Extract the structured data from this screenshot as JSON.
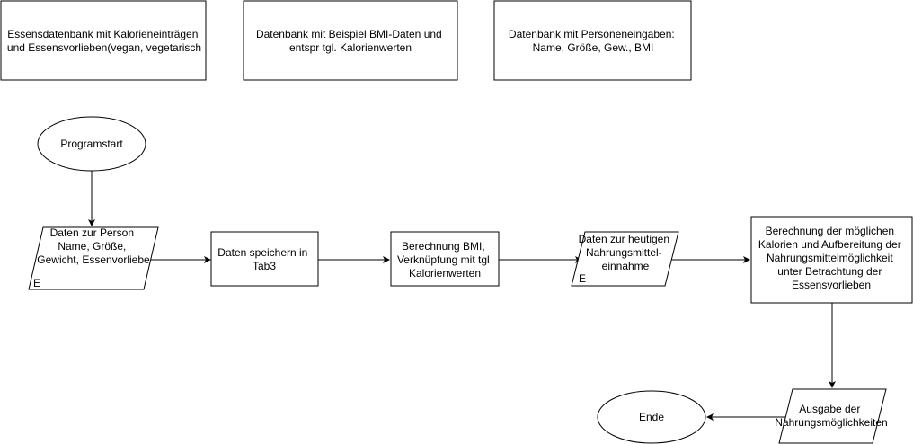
{
  "diagram": {
    "colors": {
      "stroke": "#000000",
      "fill": "#ffffff",
      "text": "#000000"
    },
    "nodes": {
      "db_food": {
        "lines": [
          "Essensdatenbank mit Kalorieneinträgen",
          "und Essensvorlieben(vegan, vegetarisch"
        ]
      },
      "db_bmi": {
        "lines": [
          "Datenbank mit Beispiel BMI-Daten und",
          "entspr tgl. Kalorienwerten"
        ]
      },
      "db_person": {
        "lines": [
          "Datenbank mit Personeneingaben:",
          "Name, Größe, Gew., BMI"
        ]
      },
      "start": {
        "lines": [
          "Programstart"
        ]
      },
      "input_person": {
        "lines": [
          "Daten zur Person",
          "Name, Größe,",
          "Gewicht, Essenvorliebe"
        ],
        "marker": "E"
      },
      "save": {
        "lines": [
          "Daten speichern in",
          "Tab3"
        ]
      },
      "calc_bmi": {
        "lines": [
          "Berechnung BMI,",
          "Verknüpfung mit tgl",
          "Kalorienwerten"
        ]
      },
      "input_food": {
        "lines": [
          "Daten zur heutigen",
          "Nahrungsmittel-",
          "einnahme"
        ],
        "marker": "E"
      },
      "calc_cal": {
        "lines": [
          "Berechnung der möglichen",
          "Kalorien und Aufbereitung der",
          "Nahrungsmittelmöglichkeit",
          "unter Betrachtung der",
          "Essensvorlieben"
        ]
      },
      "output": {
        "lines": [
          "Ausgabe der",
          "Nahrungsmöglichkeiten"
        ]
      },
      "end": {
        "lines": [
          "Ende"
        ]
      }
    }
  }
}
